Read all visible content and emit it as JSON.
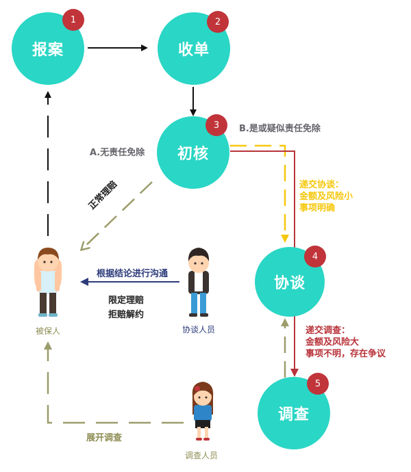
{
  "nodes": [
    {
      "id": "report",
      "label": "报案",
      "badge": "1"
    },
    {
      "id": "receive",
      "label": "收单",
      "badge": "2"
    },
    {
      "id": "review",
      "label": "初核",
      "badge": "3"
    },
    {
      "id": "negotiate",
      "label": "协谈",
      "badge": "4"
    },
    {
      "id": "investigate",
      "label": "调查",
      "badge": "5"
    }
  ],
  "annotations": {
    "no_liability": "A.无责任免除",
    "suspected_liability": "B.是或疑似责任免除",
    "normal_claim": "正常理赔",
    "submit_negotiate": [
      "递交协谈：",
      "金额及风险小",
      "事项明确"
    ],
    "submit_investigate": [
      "递交调查：",
      "金额及风险大",
      "事项不明，存在争议"
    ],
    "communicate": "根据结论进行沟通",
    "limited_claim": "限定理赔",
    "reject_claim": "拒赔解约",
    "start_investigation": "展开调查"
  },
  "people": {
    "insured": "被保人",
    "negotiator": "协谈人员",
    "investigator": "调查人员"
  },
  "colors": {
    "node": "#2ad6c5",
    "badge": "#c0343a",
    "yellow": "#f6c70b",
    "red": "#b8333a",
    "navy": "#2c3b7a",
    "olive": "#9c9c6c"
  }
}
